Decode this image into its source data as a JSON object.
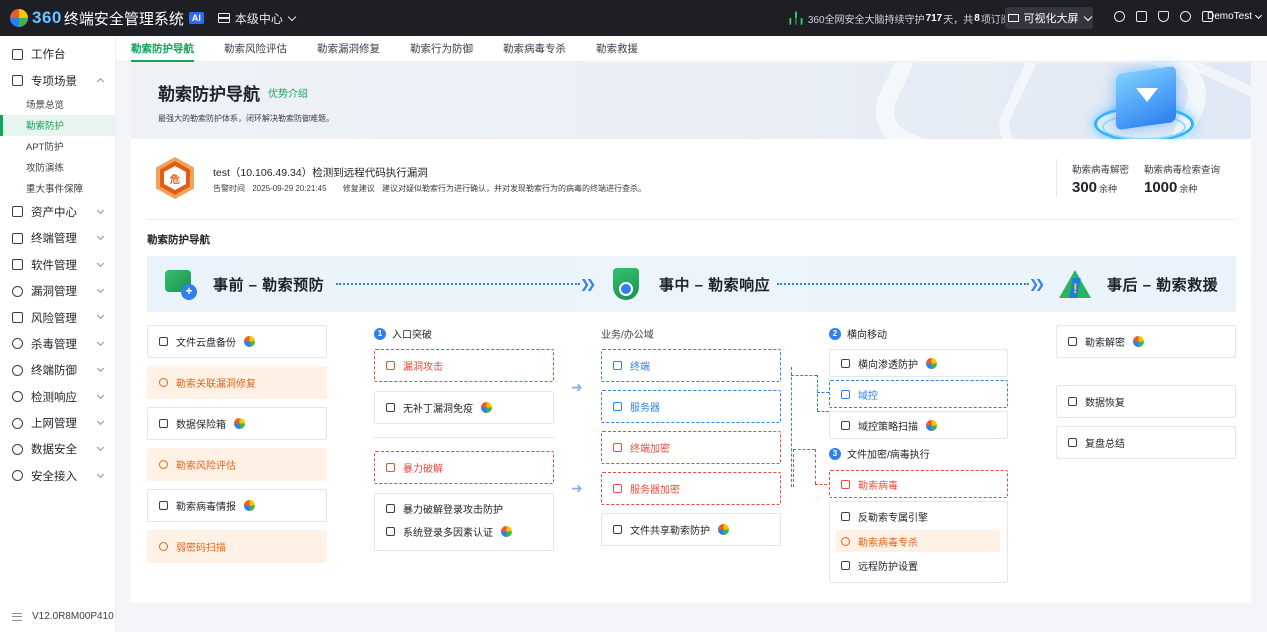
{
  "header": {
    "logo_num": "360",
    "logo_text": "终端安全管理系统",
    "ai_badge": "AI",
    "center": "本级中心",
    "guard_prefix": "360全网安全大脑持续守护",
    "guard_days": "717",
    "guard_mid": "天，共",
    "guard_count": "8",
    "guard_suffix": "项订阅服务",
    "big_screen": "可视化大屏",
    "user": "DemoTest"
  },
  "sidebar": {
    "items": [
      {
        "label": "工作台",
        "icon": "home-icon"
      },
      {
        "label": "专项场景",
        "icon": "scene-icon",
        "expanded": true
      },
      {
        "label": "资产中心",
        "icon": "asset-icon"
      },
      {
        "label": "终端管理",
        "icon": "monitor-icon"
      },
      {
        "label": "软件管理",
        "icon": "apps-icon"
      },
      {
        "label": "漏洞管理",
        "icon": "gear-icon"
      },
      {
        "label": "风险管理",
        "icon": "warning-icon"
      },
      {
        "label": "杀毒管理",
        "icon": "virus-icon"
      },
      {
        "label": "终端防御",
        "icon": "shield-icon"
      },
      {
        "label": "检测响应",
        "icon": "gauge-icon"
      },
      {
        "label": "上网管理",
        "icon": "globe-icon"
      },
      {
        "label": "数据安全",
        "icon": "data-icon"
      },
      {
        "label": "安全接入",
        "icon": "access-icon"
      }
    ],
    "sub_items": [
      "场景总览",
      "勒索防护",
      "APT防护",
      "攻防演练",
      "重大事件保障"
    ],
    "active_sub": "勒索防护",
    "version": "V12.0R8M00P410"
  },
  "tabs": [
    "勒索防护导航",
    "勒索风险评估",
    "勒索漏洞修复",
    "勒索行为防御",
    "勒索病毒专杀",
    "勒索救援"
  ],
  "active_tab": "勒索防护导航",
  "banner": {
    "title": "勒索防护导航",
    "link": "优势介绍",
    "subtitle": "最强大的勒索防护体系，闭环解决勒索防御难题。"
  },
  "alert": {
    "title": "test（10.106.49.34）检测到远程代码执行漏洞",
    "time_label": "告警时间",
    "time": "2025-09-29 20:21:45",
    "advice_label": "修复建议",
    "advice": "建议对疑似勒索行为进行确认，并对发现勒索行为的病毒的终端进行查杀。",
    "badge_char": "危"
  },
  "stats": [
    {
      "label": "勒索病毒解密",
      "value": "300",
      "unit": "余种"
    },
    {
      "label": "勒索病毒检索查询",
      "value": "1000",
      "unit": "余种"
    }
  ],
  "nav": {
    "title": "勒索防护导航",
    "stages": [
      "事前 – 勒索预防",
      "事中 – 勒索响应",
      "事后 – 勒索救援"
    ],
    "before": [
      {
        "label": "文件云盘备份",
        "style": "plain",
        "coin": true
      },
      {
        "label": "勒索关联漏洞修复",
        "style": "orange",
        "coin": false
      },
      {
        "label": "数据保险箱",
        "style": "plain",
        "coin": true
      },
      {
        "label": "勒索风险评估",
        "style": "orange",
        "coin": false
      },
      {
        "label": "勒索病毒情报",
        "style": "plain",
        "coin": true
      },
      {
        "label": "弱密码扫描",
        "style": "orange",
        "coin": false
      }
    ],
    "entry": {
      "title": "入口突破",
      "step": "1",
      "attack1": "漏洞攻击",
      "defense1": "无补丁漏洞免疫",
      "attack2": "暴力破解",
      "defense2a": "暴力破解登录攻击防护",
      "defense2b": "系统登录多因素认证"
    },
    "office": {
      "title": "业务/办公域",
      "items": [
        "终端",
        "服务器",
        "终端加密",
        "服务器加密",
        "文件共享勒索防护"
      ]
    },
    "lateral": {
      "title": "横向移动",
      "step": "2",
      "items": [
        "横向渗透防护",
        "域控",
        "域控策略扫描"
      ]
    },
    "encrypt": {
      "title": "文件加密/病毒执行",
      "step": "3",
      "virus": "勒索病毒",
      "items": [
        "反勒索专属引擎",
        "勒索病毒专杀",
        "远程防护设置"
      ]
    },
    "after": [
      "勒索解密",
      "数据恢复",
      "复盘总结"
    ]
  },
  "colors": {
    "accent": "#14a35b",
    "danger": "#ea4a3c",
    "info": "#2f80ed",
    "warn": "#e0661d"
  }
}
